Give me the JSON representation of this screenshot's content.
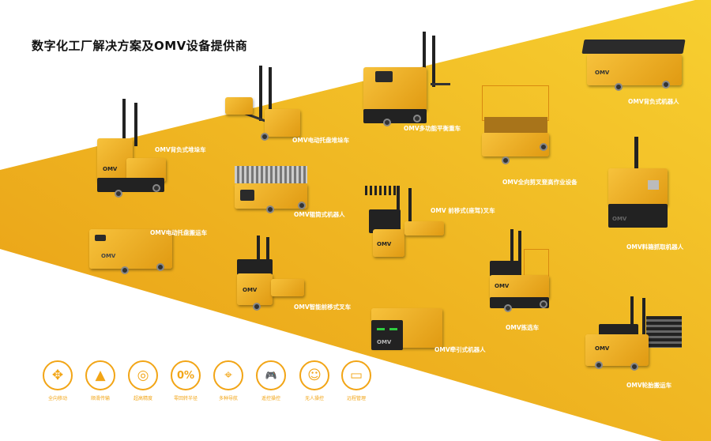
{
  "title": "数字化工厂解决方案及OMV设备提供商",
  "colors": {
    "yellow_light": "#f6c32a",
    "yellow_dark": "#e89d14",
    "accent": "#f2a516",
    "text": "#111111"
  },
  "products": [
    {
      "name": "OMV背负式堆垛车"
    },
    {
      "name": "OMV电动托盘堆垛车"
    },
    {
      "name": "OMV多功能平衡重车"
    },
    {
      "name": "OMV背负式机器人"
    },
    {
      "name": "OMV全向剪叉登高作业设备"
    },
    {
      "name": "OMV辊筒式机器人"
    },
    {
      "name": "OMV 前移式(座驾)叉车"
    },
    {
      "name": "OMV料箱抓取机器人"
    },
    {
      "name": "OMV电动托盘搬运车"
    },
    {
      "name": "OMV智能前移式叉车"
    },
    {
      "name": "OMV拣选车"
    },
    {
      "name": "OMV牵引式机器人"
    },
    {
      "name": "OMV轮胎搬运车"
    }
  ],
  "logo_text": "OMV",
  "features": [
    {
      "label": "全向移动",
      "icon": "omnidirectional-arrows-icon",
      "glyph": "✥"
    },
    {
      "label": "顺滑传输",
      "icon": "pyramid-layers-icon",
      "glyph": "▲"
    },
    {
      "label": "超高精度",
      "icon": "target-icon",
      "glyph": "◎"
    },
    {
      "label": "零回转半径",
      "icon": "zero-percent-icon",
      "glyph": "0%"
    },
    {
      "label": "多种导航",
      "icon": "map-pin-icon",
      "glyph": "⌖"
    },
    {
      "label": "遥控操控",
      "icon": "gamepad-icon",
      "glyph": "🎮"
    },
    {
      "label": "无人操控",
      "icon": "robot-icon",
      "glyph": "☺"
    },
    {
      "label": "远程管理",
      "icon": "monitor-icon",
      "glyph": "▭"
    }
  ]
}
